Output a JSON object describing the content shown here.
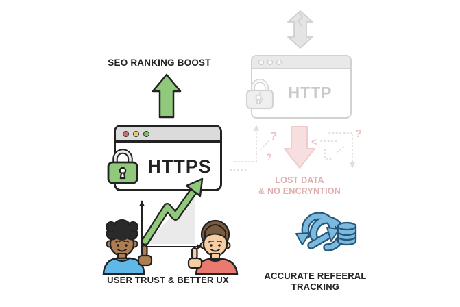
{
  "left": {
    "seo_label": "SEO RANKING BOOST",
    "window_title": "HTTPS",
    "trust_label": "USER TRUST & BETTER UX"
  },
  "right": {
    "window_title": "HTTP",
    "lost_line1": "LOST DATA",
    "lost_line2": "& NO ENCRYNTION",
    "tracking_line1": "ACCURATE REFEERAL",
    "tracking_line2": "TRACKING",
    "qmark": "?",
    "chevron": "<"
  },
  "colors": {
    "green": "#90c97c",
    "outline_dark": "#222222",
    "titlebar_gray": "#dbdbdb",
    "dot_red": "#c96c6c",
    "dot_yellow": "#e7cb6e",
    "dot_green": "#84be70",
    "faded_gray": "#e4e4e4",
    "faded_outline": "#cfcfcf",
    "faded_pink_fill": "#f7dfdf",
    "faded_pink_outline": "#edcccc",
    "faded_red_text": "#dfaeae",
    "blue_icon_fill": "#7cb9df",
    "blue_icon_outline": "#25567a",
    "shirt_blue": "#5fb9e8",
    "shirt_red": "#ea7a6f",
    "skin_dark": "#ad7d54",
    "skin_light": "#f6cda4",
    "hair_black": "#2a2a2a",
    "hair_brown": "#7a5b3f",
    "chart_area_gray": "#eaeaea"
  },
  "icons": {
    "seo_arrow": "green-up-arrow",
    "secure_lock": "green-padlock",
    "growth": "growth-chart-zigzag-arrow",
    "people": "two-people-thumbs-up",
    "broken_link": "cracked-double-arrow",
    "insecure_lock": "cracked-gray-padlock",
    "lost": "pink-down-arrow",
    "confusion": "dotted-question-paths",
    "referral": "sync-arrows-and-database"
  }
}
